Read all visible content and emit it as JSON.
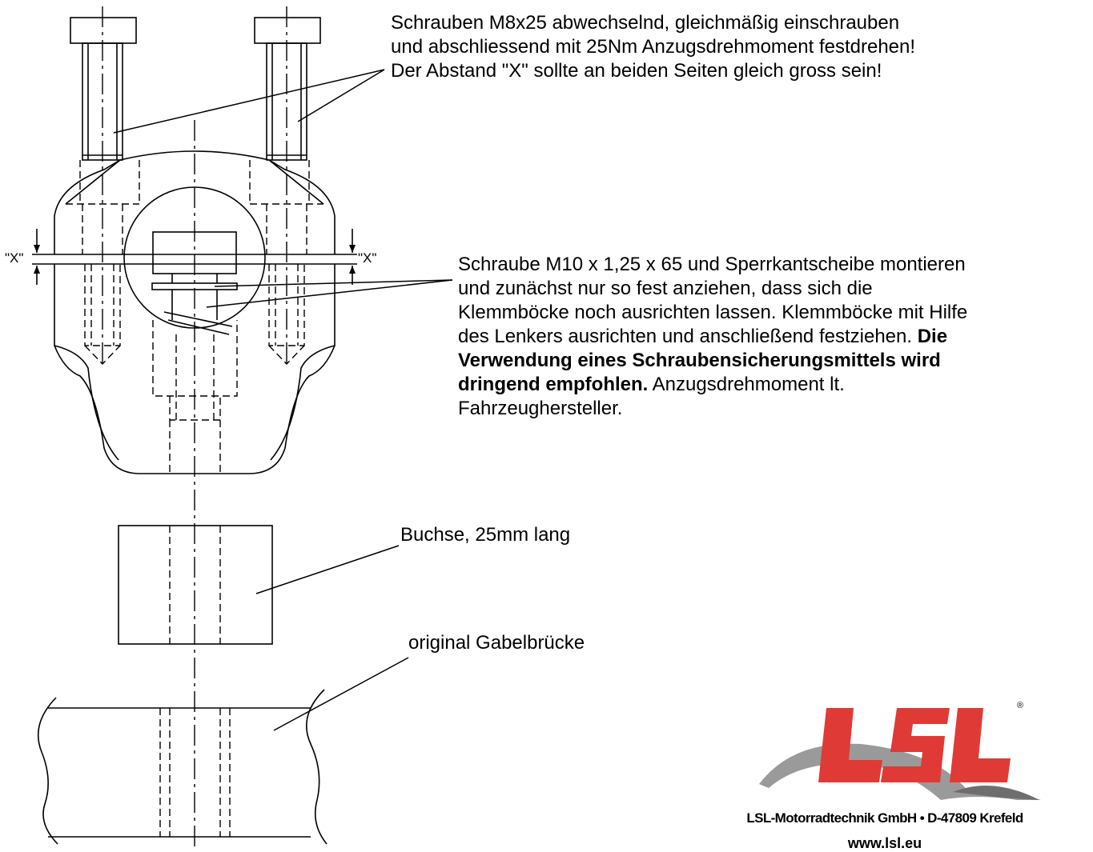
{
  "notes": {
    "screws_top": {
      "line1": "Schrauben M8x25 abwechselnd, gleichmäßig einschrauben",
      "line2": "und abschliessend mit 25Nm Anzugsdrehmoment festdrehen!",
      "line3": "Der Abstand \"X\" sollte an beiden Seiten gleich gross sein!"
    },
    "screw_m10": {
      "line1": "Schraube M10 x 1,25 x 65 und Sperrkantscheibe montieren",
      "line2": "und zunächst nur so fest anziehen, dass sich die",
      "line3": "Klemmböcke noch ausrichten lassen. Klemmböcke mit Hilfe",
      "line4_plain": "des Lenkers ausrichten und anschließend festziehen.",
      "line4_bold": "Die",
      "line5_bold": "Verwendung eines Schraubensicherungsmittels wird",
      "line6_bold": "dringend empfohlen.",
      "line6_plain": "Anzugsdrehmoment lt.",
      "line7": "Fahrzeughersteller."
    },
    "bushing": "Buchse, 25mm lang",
    "fork_bridge": "original Gabelbrücke"
  },
  "gap_labels": {
    "left": "\"X\"",
    "right": "\"X\""
  },
  "logo": {
    "letters": "LSL",
    "registered_mark": "®",
    "colors": {
      "red": "#e03a36",
      "gray": "#9a9a9a",
      "dark_gray": "#6e6e6e"
    }
  },
  "footer": {
    "company": "LSL-Motorradtechnik GmbH • D-47809 Krefeld",
    "website": "www.lsl.eu"
  }
}
